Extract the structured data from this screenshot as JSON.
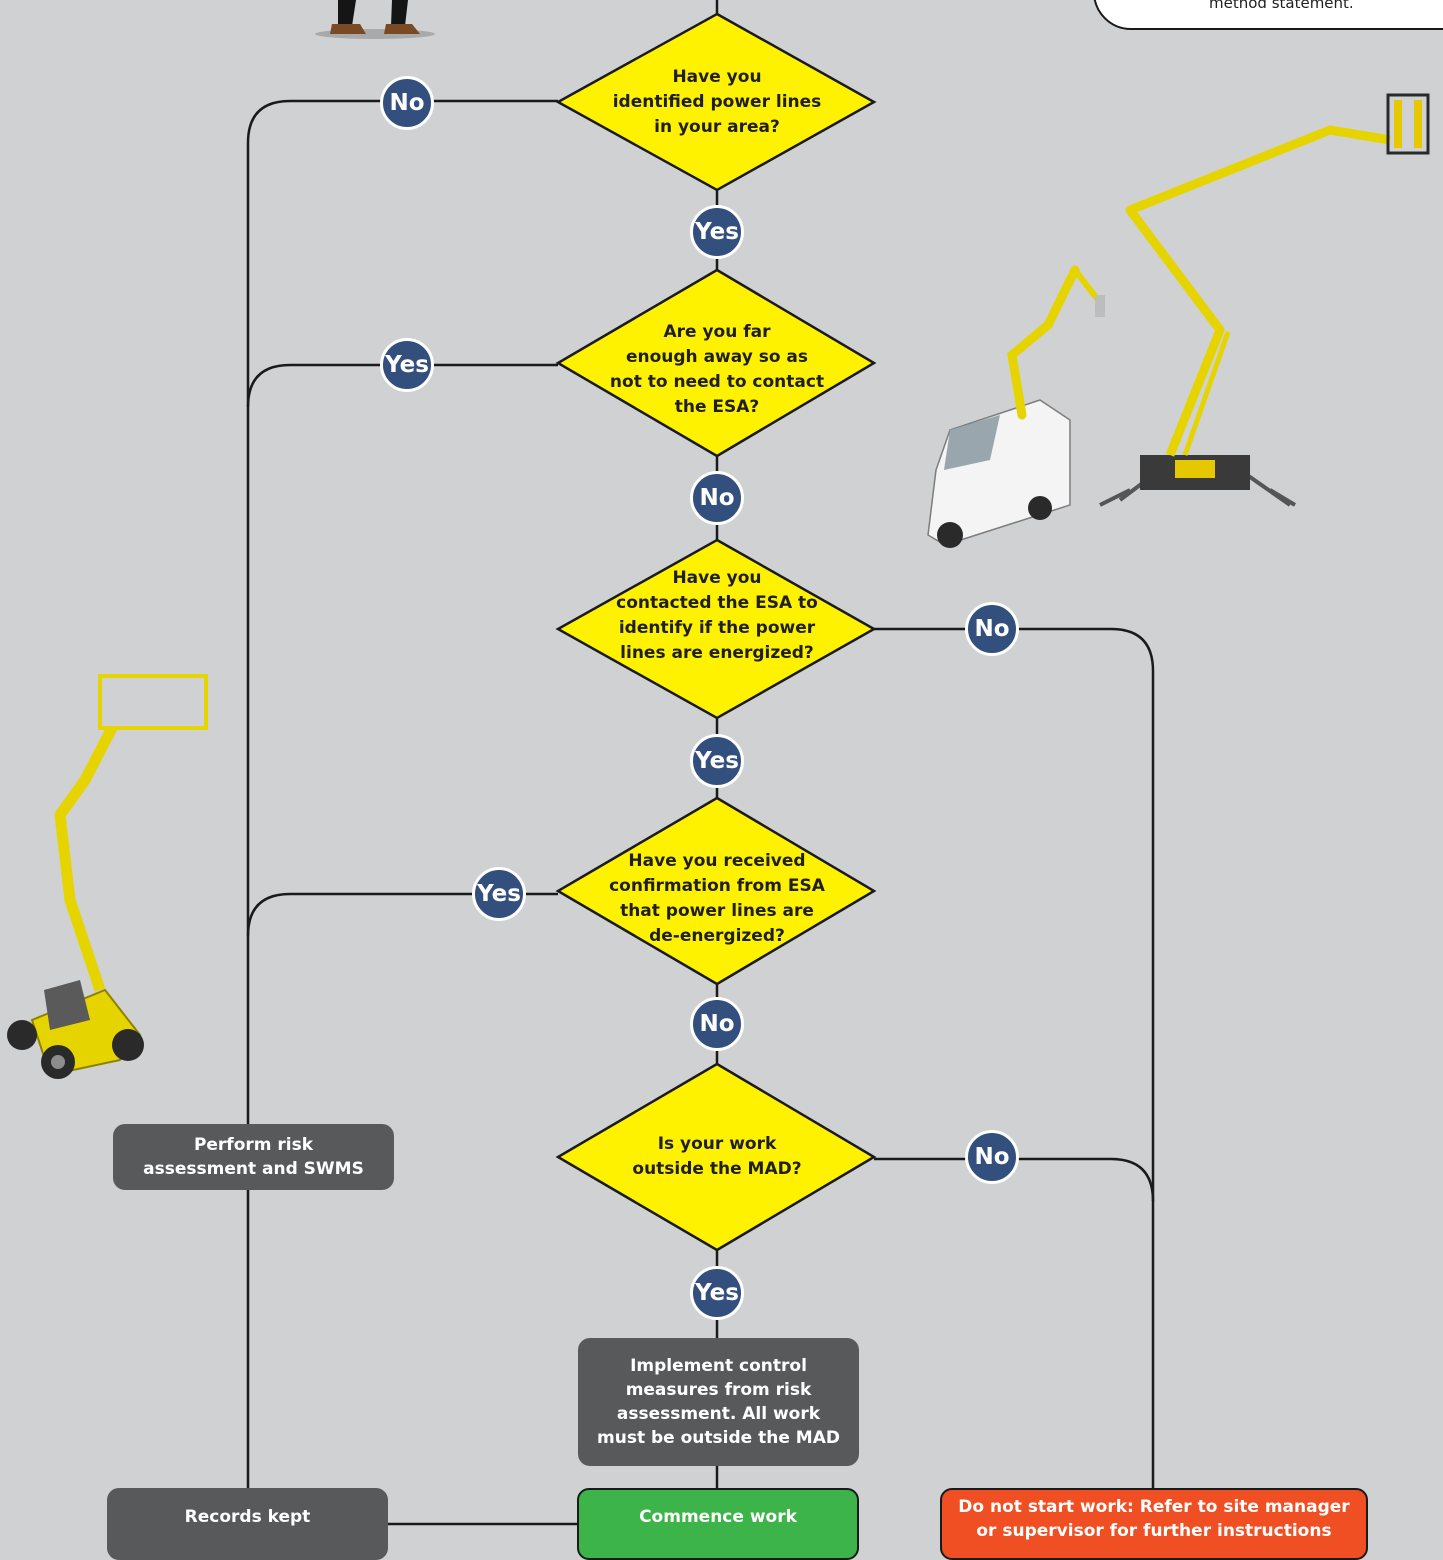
{
  "decisions": [
    {
      "id": "d1",
      "text": "Have you\nidentified power lines\nin your area?"
    },
    {
      "id": "d2",
      "text": "Are you far\nenough away so as\nnot to need to contact\nthe ESA?"
    },
    {
      "id": "d3",
      "text": "Have you\ncontacted the ESA to\nidentify if the power\nlines are energized?"
    },
    {
      "id": "d4",
      "text": "Have you received\nconfirmation from ESA\nthat power lines are\nde-energized?"
    },
    {
      "id": "d5",
      "text": "Is your work\noutside the MAD?"
    }
  ],
  "badges": {
    "yes": "Yes",
    "no": "No"
  },
  "boxes": {
    "risk_assessment": "Perform risk\nassessment and SWMS",
    "control_measures": "Implement control\nmeasures from risk\nassessment. All work\nmust be outside the MAD",
    "records_kept": "Records kept",
    "commence_work": "Commence work",
    "do_not_start": "Do not start work: Refer to site manager\nor supervisor for further instructions"
  },
  "note": {
    "text": "method statement."
  },
  "colors": {
    "background": "#d0d1d3",
    "decision_fill": "#fff200",
    "badge_fill": "#334f7e",
    "process_box": "#58595b",
    "commence_box": "#3cb44a",
    "stop_box": "#f04e23"
  },
  "illustrations": {
    "top_left": "worker-legs",
    "right_middle": "van-mounted-boom-lift and spider-boom-lift",
    "left_middle": "articulated-boom-lift"
  }
}
